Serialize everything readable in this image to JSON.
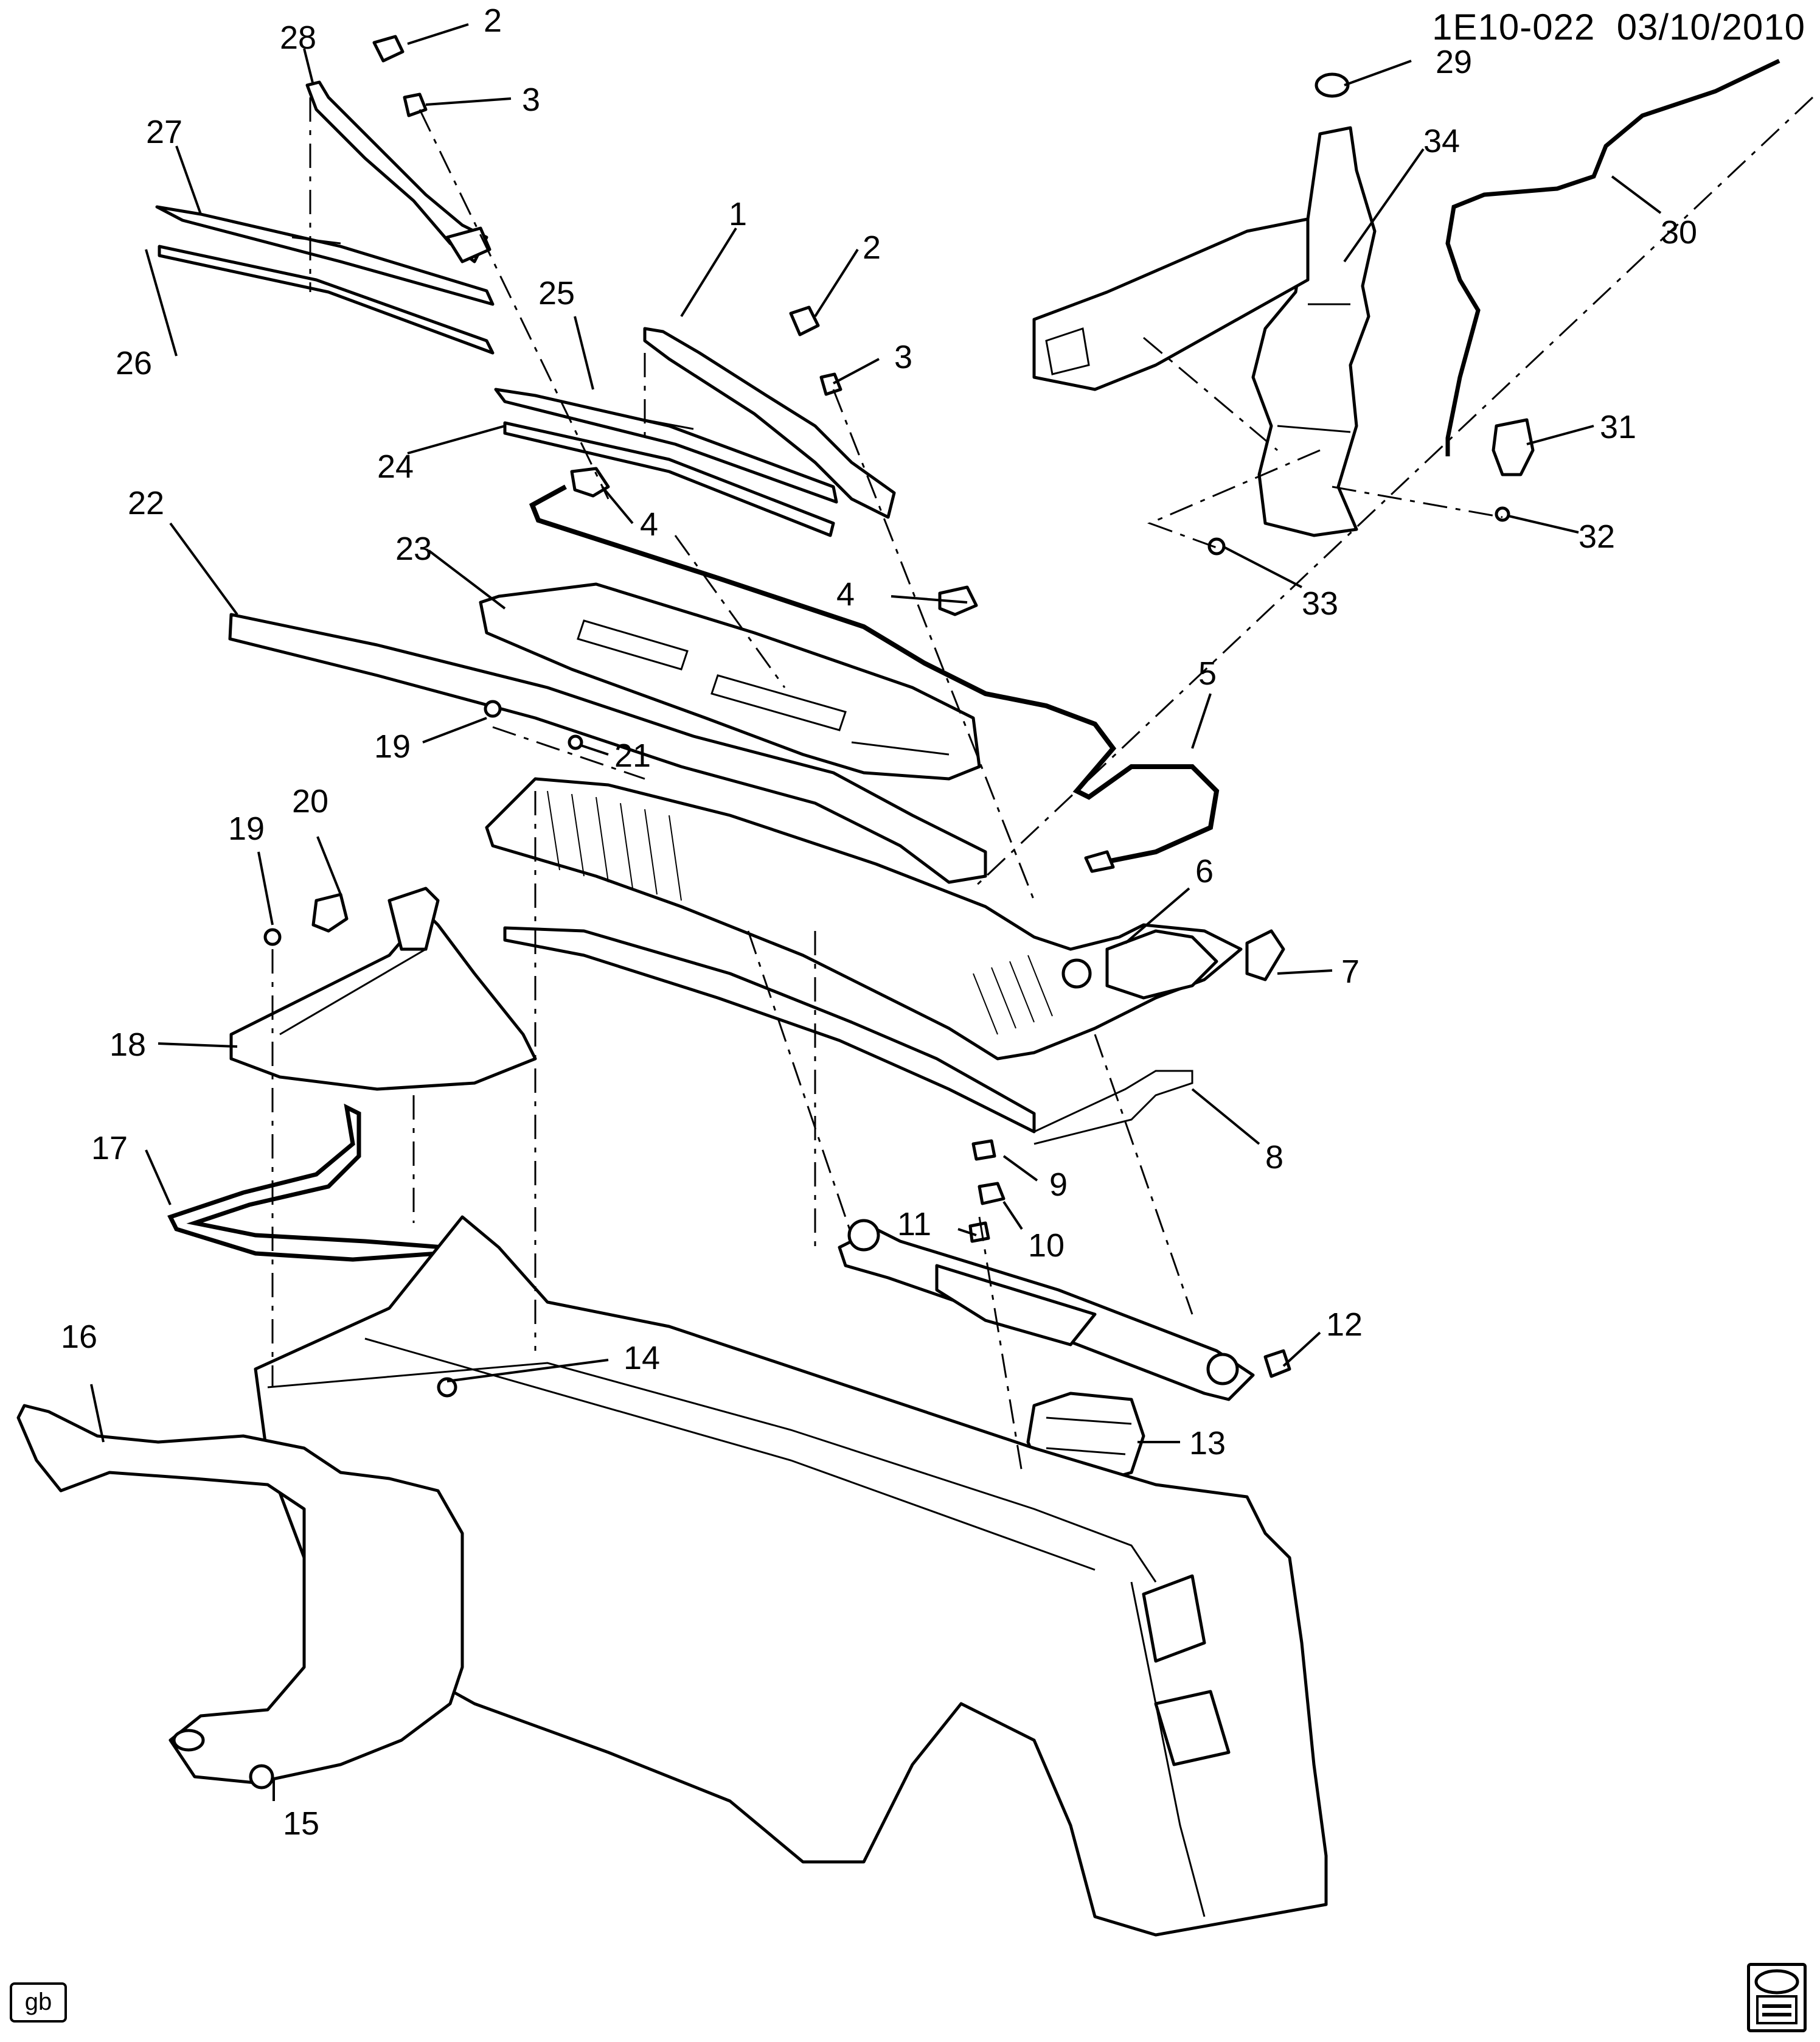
{
  "header": {
    "ref": "1E10-022",
    "date": "03/10/2010"
  },
  "stamps": {
    "bottom_left": "gb",
    "bottom_right_logo": "gmspo-logo"
  },
  "callouts": [
    {
      "id": "c1",
      "text": "1"
    },
    {
      "id": "c2a",
      "text": "2"
    },
    {
      "id": "c2b",
      "text": "2"
    },
    {
      "id": "c3a",
      "text": "3"
    },
    {
      "id": "c3b",
      "text": "3"
    },
    {
      "id": "c4a",
      "text": "4"
    },
    {
      "id": "c4b",
      "text": "4"
    },
    {
      "id": "c5",
      "text": "5"
    },
    {
      "id": "c6",
      "text": "6"
    },
    {
      "id": "c7",
      "text": "7"
    },
    {
      "id": "c8",
      "text": "8"
    },
    {
      "id": "c9",
      "text": "9"
    },
    {
      "id": "c10",
      "text": "10"
    },
    {
      "id": "c11",
      "text": "11"
    },
    {
      "id": "c12",
      "text": "12"
    },
    {
      "id": "c13",
      "text": "13"
    },
    {
      "id": "c14",
      "text": "14"
    },
    {
      "id": "c15",
      "text": "15"
    },
    {
      "id": "c16",
      "text": "16"
    },
    {
      "id": "c17",
      "text": "17"
    },
    {
      "id": "c18",
      "text": "18"
    },
    {
      "id": "c19a",
      "text": "19"
    },
    {
      "id": "c19b",
      "text": "19"
    },
    {
      "id": "c20",
      "text": "20"
    },
    {
      "id": "c21",
      "text": "21"
    },
    {
      "id": "c22",
      "text": "22"
    },
    {
      "id": "c23",
      "text": "23"
    },
    {
      "id": "c24",
      "text": "24"
    },
    {
      "id": "c25",
      "text": "25"
    },
    {
      "id": "c26",
      "text": "26"
    },
    {
      "id": "c27",
      "text": "27"
    },
    {
      "id": "c28",
      "text": "28"
    },
    {
      "id": "c29",
      "text": "29"
    },
    {
      "id": "c30",
      "text": "30"
    },
    {
      "id": "c31",
      "text": "31"
    },
    {
      "id": "c32",
      "text": "32"
    },
    {
      "id": "c33",
      "text": "33"
    },
    {
      "id": "c34",
      "text": "34"
    }
  ]
}
